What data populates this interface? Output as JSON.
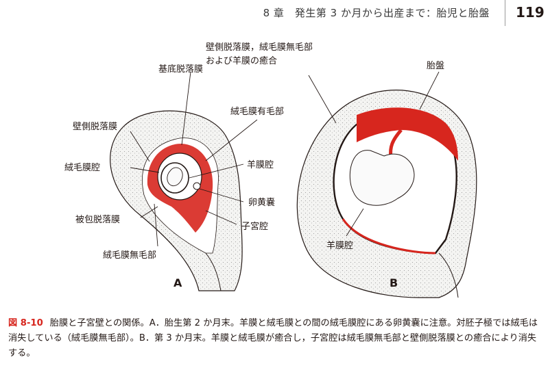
{
  "header": {
    "chapter_title": "8 章　発生第 3 か月から出産まで：胎児と胎盤",
    "page_number": "119"
  },
  "figure": {
    "panel_a": {
      "letter": "A",
      "labels": {
        "basal_decidua": "基底脱落膜",
        "parietal_decidua": "壁側脱落膜",
        "chorion_frondosum": "絨毛膜有毛部",
        "chorionic_cavity": "絨毛膜腔",
        "amniotic_cavity": "羊膜腔",
        "yolk_sac": "卵黄嚢",
        "capsular_decidua": "被包脱落膜",
        "uterine_cavity": "子宮腔",
        "chorion_laeve": "絨毛膜無毛部"
      }
    },
    "panel_b": {
      "letter": "B",
      "labels": {
        "fusion_line1": "壁側脱落膜，絨毛膜無毛部",
        "fusion_line2": "および羊膜の癒合",
        "placenta": "胎盤",
        "amniotic_cavity": "羊膜腔"
      }
    },
    "colors": {
      "decidua_red": "#d7261e",
      "stroke": "#231815",
      "stipple": "#8a8a8a"
    }
  },
  "caption": {
    "figure_number": "図 8-10",
    "text": "胎膜と子宮壁との関係。A．胎生第 2 か月末。羊膜と絨毛膜との間の絨毛膜腔にある卵黄嚢に注意。対胚子極では絨毛は消失している（絨毛膜無毛部）。B．第 3 か月末。羊膜と絨毛膜が癒合し，子宮腔は絨毛膜無毛部と壁側脱落膜との癒合により消失する。"
  }
}
